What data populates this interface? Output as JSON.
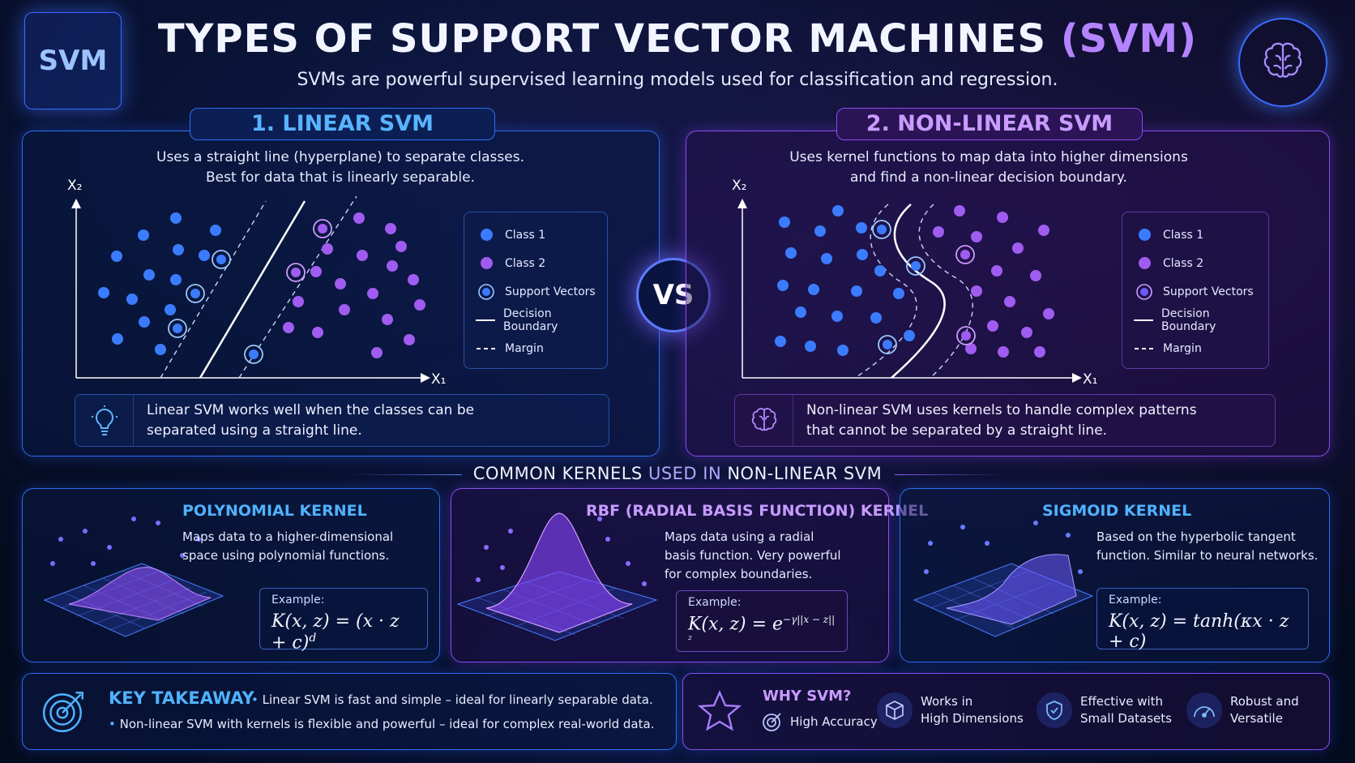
{
  "header": {
    "logo_text": "SVM",
    "title_main": "TYPES OF SUPPORT VECTOR MACHINES ",
    "title_accent": "(SVM)",
    "subtitle": "SVMs are powerful supervised learning models used for classification and regression."
  },
  "linear": {
    "tab": "1. LINEAR SVM",
    "desc_line1": "Uses a straight line (hyperplane) to separate classes.",
    "desc_line2": "Best for data that is linearly separable.",
    "x_axis": "X₁",
    "y_axis": "X₂",
    "note_line1": "Linear SVM works well when the classes can be",
    "note_line2": "separated using a straight line."
  },
  "nonlinear": {
    "tab": "2. NON-LINEAR SVM",
    "desc_line1": "Uses kernel functions to map data into higher dimensions",
    "desc_line2": "and find a non-linear decision boundary.",
    "x_axis": "X₁",
    "y_axis": "X₂",
    "note_line1": "Non-linear SVM uses kernels to handle complex patterns",
    "note_line2": "that cannot be separated by a straight line."
  },
  "legend": {
    "class1": "Class 1",
    "class2": "Class 2",
    "support": "Support Vectors",
    "boundary": "Decision Boundary",
    "margin": "Margin"
  },
  "vs_label": "VS",
  "kernels": {
    "section_main": "COMMON KERNELS ",
    "section_accent": "USED IN",
    "section_end": " NON-LINEAR SVM",
    "example_label": "Example:",
    "polynomial": {
      "title": "POLYNOMIAL KERNEL",
      "desc_line1": "Maps data to a higher-dimensional",
      "desc_line2": "space using polynomial functions.",
      "formula": "K(x, z) = (x · z + c)",
      "formula_sup": "d"
    },
    "rbf": {
      "title": "RBF (RADIAL BASIS FUNCTION) KERNEL",
      "desc_line1": "Maps data using a radial",
      "desc_line2": "basis function. Very powerful",
      "desc_line3": "for complex boundaries.",
      "formula": "K(x, z) = e",
      "formula_sup": "−γ||x − z||²"
    },
    "sigmoid": {
      "title": "SIGMOID KERNEL",
      "desc_line1": "Based on the hyperbolic tangent",
      "desc_line2": "function. Similar to neural networks.",
      "formula": "K(x, z) = tanh(κx · z + c)"
    }
  },
  "takeaway": {
    "title": "KEY TAKEAWAY",
    "point1": "Linear SVM is fast and simple – ideal for linearly separable data.",
    "point2": "Non-linear SVM with kernels is flexible and powerful – ideal for complex real-world data."
  },
  "why": {
    "title": "WHY SVM?",
    "item1": "High Accuracy",
    "item2_l1": "Works in",
    "item2_l2": "High Dimensions",
    "item3_l1": "Effective with",
    "item3_l2": "Small Datasets",
    "item4_l1": "Robust and",
    "item4_l2": "Versatile"
  },
  "colors": {
    "class1": "#3b7cff",
    "class2": "#a05cf0",
    "accent_blue": "#4fb2ff",
    "accent_purple": "#c99bff"
  }
}
